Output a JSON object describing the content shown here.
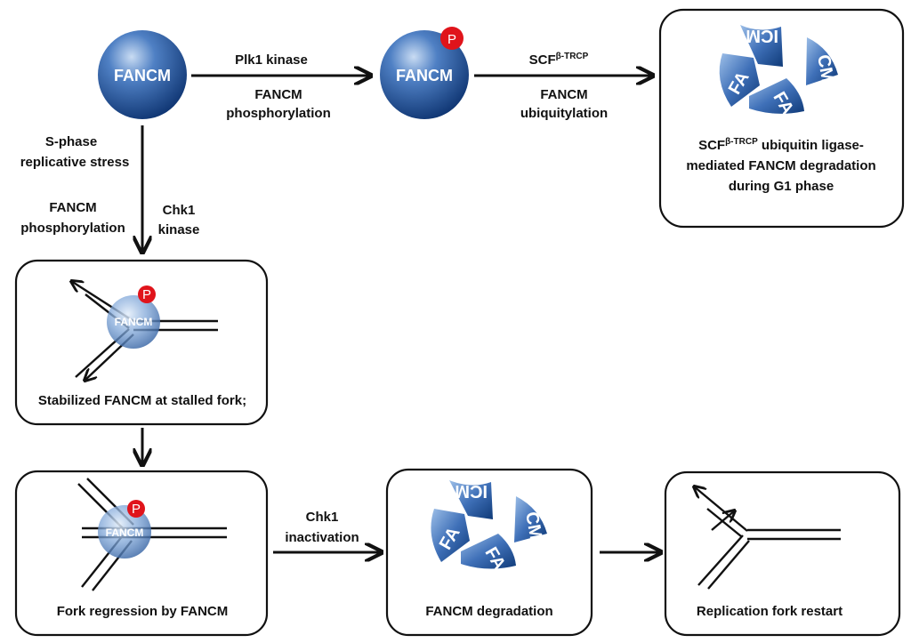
{
  "colors": {
    "ball_light": "#8fb3e0",
    "ball_mid": "#3e6fb6",
    "ball_dark": "#0f3a78",
    "phospho_red": "#e0141b",
    "stroke": "#111111"
  },
  "nodes": {
    "fancm_start": {
      "label": "FANCM"
    },
    "fancm_phospho": {
      "label": "FANCM",
      "badge": "P"
    },
    "degradation_g1": {
      "line1": "SCF",
      "line1_sup": "β-TRCP",
      "line1_rest": " ubiquitin ligase-",
      "line2": "mediated FANCM degradation",
      "line3": "during G1 phase",
      "fragment_letters": [
        "ICM",
        "CM",
        "FA",
        "FA"
      ]
    },
    "stalled_fork": {
      "ball_label": "FANCM",
      "badge": "P",
      "caption": "Stabilized FANCM at stalled fork;"
    },
    "fork_regression": {
      "ball_label": "FANCM",
      "badge": "P",
      "caption": "Fork regression by FANCM"
    },
    "fancm_degradation": {
      "caption": "FANCM degradation",
      "fragment_letters": [
        "ICM",
        "CM",
        "FA",
        "FA"
      ]
    },
    "fork_restart": {
      "caption": "Replication fork restart"
    }
  },
  "edges": {
    "plk1": {
      "top": "Plk1 kinase",
      "bottom1": "FANCM",
      "bottom2": "phosphorylation"
    },
    "scf": {
      "top": "SCF",
      "top_sup": "β-TRCP",
      "bottom1": "FANCM",
      "bottom2": "ubiquitylation"
    },
    "sphase": {
      "line1": "S-phase",
      "line2": "replicative stress"
    },
    "chk1": {
      "left1": "FANCM",
      "left2": "phosphorylation",
      "right1": "Chk1",
      "right2": "kinase"
    },
    "chk1_inact": {
      "line1": "Chk1",
      "line2": "inactivation"
    }
  }
}
